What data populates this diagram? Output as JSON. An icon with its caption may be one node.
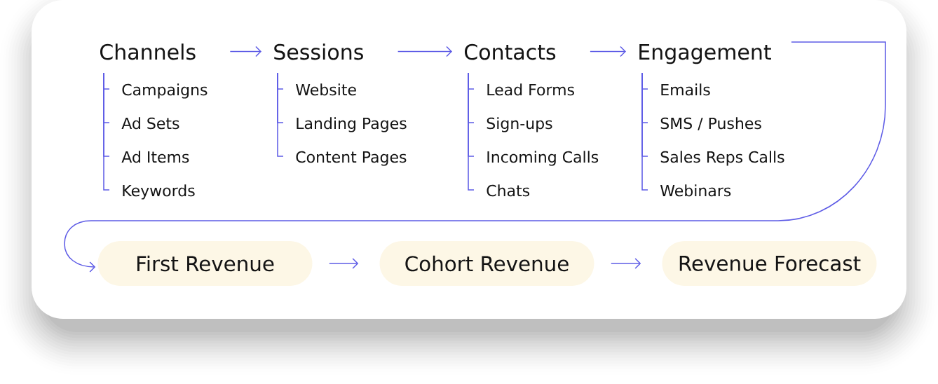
{
  "diagram": {
    "nodes": [
      {
        "text": [
          "Channels"
        ]
      },
      {
        "text": [
          "Campaigns"
        ]
      },
      {
        "text": [
          "Ad Sets"
        ]
      },
      {
        "text": [
          "Ad Items"
        ]
      },
      {
        "text": [
          "Keywords"
        ]
      },
      {
        "text": [
          "Sessions"
        ]
      },
      {
        "text": [
          "Website"
        ]
      },
      {
        "text": [
          "Landing Pages"
        ]
      },
      {
        "text": [
          "Content Pages"
        ]
      },
      {
        "text": [
          "Contacts"
        ]
      },
      {
        "text": [
          "Lead Forms"
        ]
      },
      {
        "text": [
          "Sign-ups"
        ]
      },
      {
        "text": [
          "Incoming Calls"
        ]
      },
      {
        "text": [
          "Chats"
        ]
      },
      {
        "text": [
          "Engagement"
        ]
      },
      {
        "text": [
          "Emails"
        ]
      },
      {
        "text": [
          "SMS / Pushes"
        ]
      },
      {
        "text": [
          "Sales Reps Calls"
        ]
      },
      {
        "text": [
          "Webinars"
        ]
      },
      {
        "text": [
          "First Revenue"
        ]
      },
      {
        "text": [
          "Cohort Revenue"
        ]
      },
      {
        "text": [
          "Revenue Forecast"
        ]
      }
    ],
    "edges": [
      {
        "from": 0,
        "to": 5,
        "arrow": "to"
      },
      {
        "from": 5,
        "to": 9,
        "arrow": "to"
      },
      {
        "from": 9,
        "to": 14,
        "arrow": "to"
      },
      {
        "from": 14,
        "to": 19,
        "arrow": "to"
      },
      {
        "from": 19,
        "to": 20,
        "arrow": "to"
      },
      {
        "from": 20,
        "to": 21,
        "arrow": "to"
      },
      {
        "from": 0,
        "to": 1,
        "arrow": "none"
      },
      {
        "from": 0,
        "to": 2,
        "arrow": "none"
      },
      {
        "from": 0,
        "to": 3,
        "arrow": "none"
      },
      {
        "from": 0,
        "to": 4,
        "arrow": "none"
      },
      {
        "from": 5,
        "to": 6,
        "arrow": "none"
      },
      {
        "from": 5,
        "to": 7,
        "arrow": "none"
      },
      {
        "from": 5,
        "to": 8,
        "arrow": "none"
      },
      {
        "from": 9,
        "to": 10,
        "arrow": "none"
      },
      {
        "from": 9,
        "to": 11,
        "arrow": "none"
      },
      {
        "from": 9,
        "to": 12,
        "arrow": "none"
      },
      {
        "from": 9,
        "to": 13,
        "arrow": "none"
      },
      {
        "from": 14,
        "to": 15,
        "arrow": "none"
      },
      {
        "from": 14,
        "to": 16,
        "arrow": "none"
      },
      {
        "from": 14,
        "to": 17,
        "arrow": "none"
      },
      {
        "from": 14,
        "to": 18,
        "arrow": "none"
      }
    ]
  }
}
